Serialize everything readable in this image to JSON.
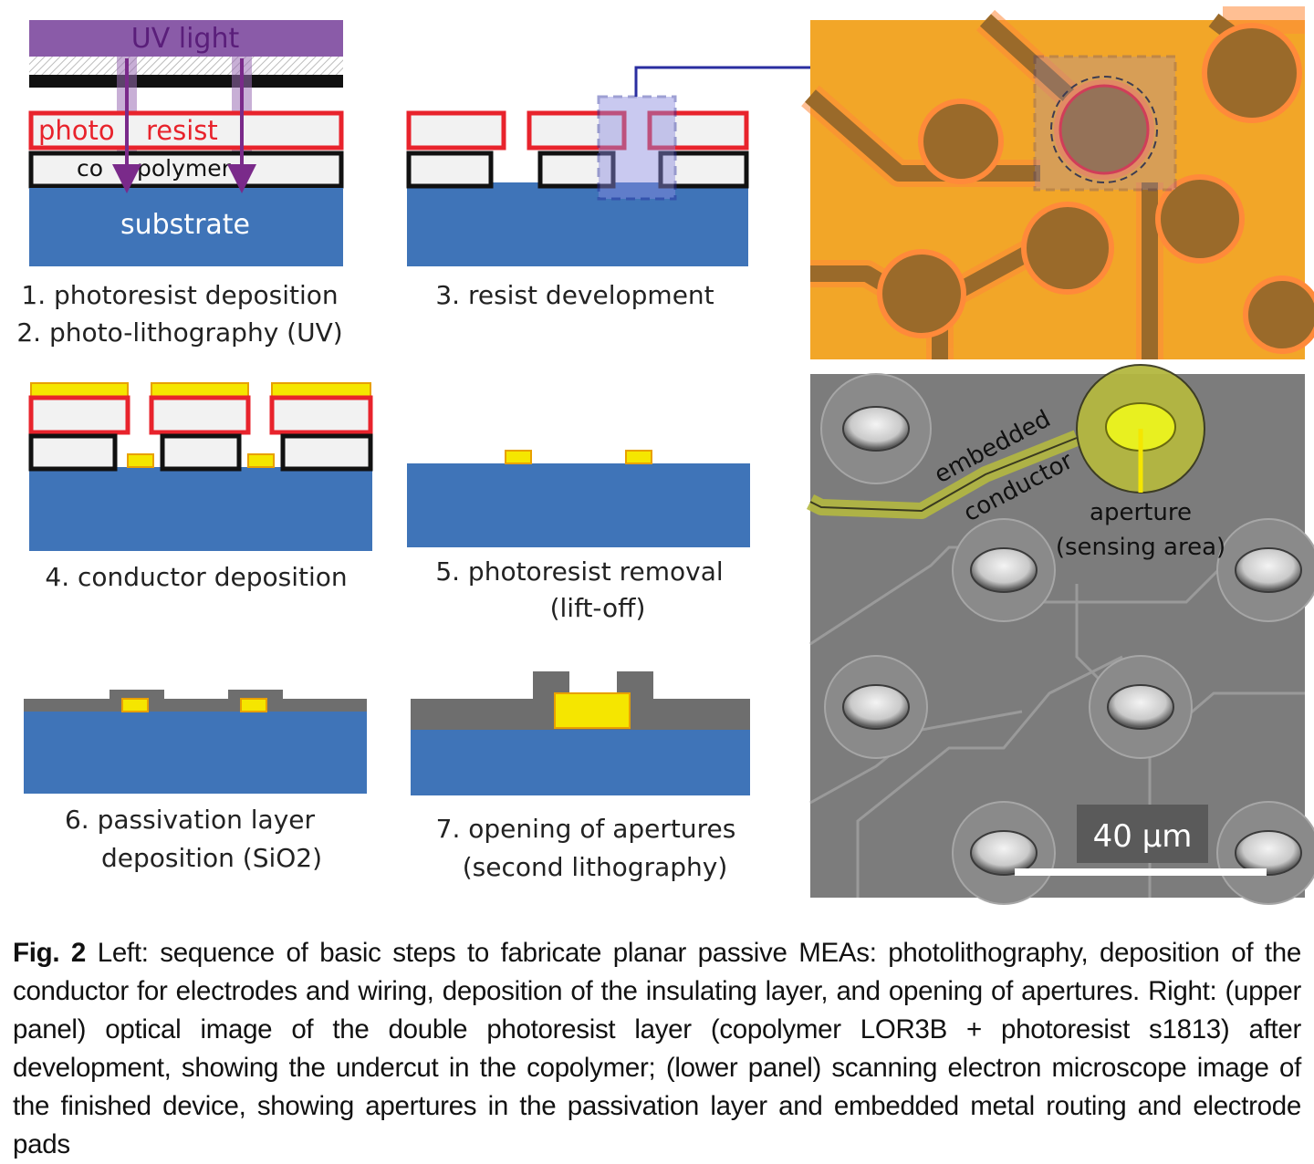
{
  "labels": {
    "uv_light": "UV light",
    "photo": "photo",
    "resist": "resist",
    "co": "co",
    "polymer": "polymer",
    "substrate": "substrate",
    "step1": "1. photoresist deposition",
    "step2": "2. photo-lithography (UV)",
    "step3": "3. resist development",
    "step4": "4. conductor deposition",
    "step5a": "5. photoresist removal",
    "step5b": "(lift-off)",
    "step6a": "6. passivation layer",
    "step6b": "deposition (SiO2)",
    "step7a": "7. opening of apertures",
    "step7b": "(second lithography)",
    "embedded": "embedded",
    "conductor": "conductor",
    "aperture": "aperture",
    "sensing_area": "(sensing area)",
    "scale": "40 μm"
  },
  "caption": {
    "fig_label": "Fig. 2",
    "text": " Left: sequence of basic steps to fabricate planar passive MEAs: photolithography, deposition of the conductor for electrodes and wiring, deposition of the insulating layer, and opening of apertures. Right: (upper panel) optical image of the double photoresist layer (copolymer LOR3B + photoresist s1813) after development, showing the undercut in the copolymer; (lower panel) scanning electron microscope image of the finished device, showing apertures in the passivation layer and embedded metal routing and electrode pads"
  },
  "colors": {
    "substrate": "#3f74b8",
    "resist_red": "#e8232c",
    "uv_purple": "#8a5ba8",
    "conductor_yellow": "#f5e600",
    "passivation_gray": "#6e6e6e",
    "optical_orange": "#f0a22a",
    "dashed_blue": "#2a2ea0"
  }
}
